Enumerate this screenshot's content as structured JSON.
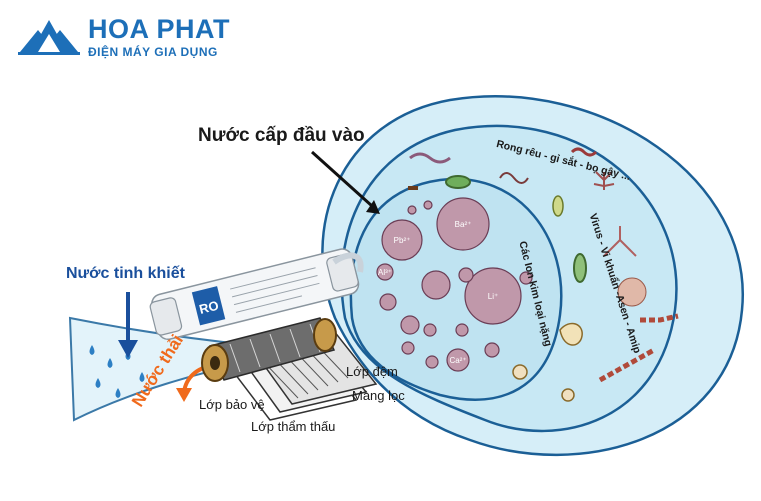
{
  "logo": {
    "brand": "HOA PHAT",
    "tagline": "ĐIỆN MÁY GIA DỤNG",
    "color": "#1d6fb8"
  },
  "labels": {
    "input_water": "Nước cấp đầu vào",
    "pure_water": "Nước tinh khiết",
    "waste_water": "Nước thải",
    "pad_layer": "Lớp đệm",
    "membrane": "Màng lọc",
    "protect_layer": "Lớp bảo vệ",
    "seep_layer": "Lớp thẩm thấu",
    "ring_outer": "Rong rêu - gỉ sắt - bọ gậy ...",
    "ring_middle": "Virus - Vi khuẩn -Asen - Amip",
    "ring_inner": "Các Ion kim loại nặng"
  },
  "cartridge": {
    "badge": "RO"
  },
  "ions": [
    "Pb²⁺",
    "Ba²⁺",
    "Li⁺",
    "Al³⁺",
    "Ca²⁺"
  ],
  "colors": {
    "water": "#cfe9f5",
    "ring_stroke": "#1b5f96",
    "ion_fill": "#b07f95",
    "arrow": "#1a4f9c",
    "waste": "#f06a1c"
  }
}
